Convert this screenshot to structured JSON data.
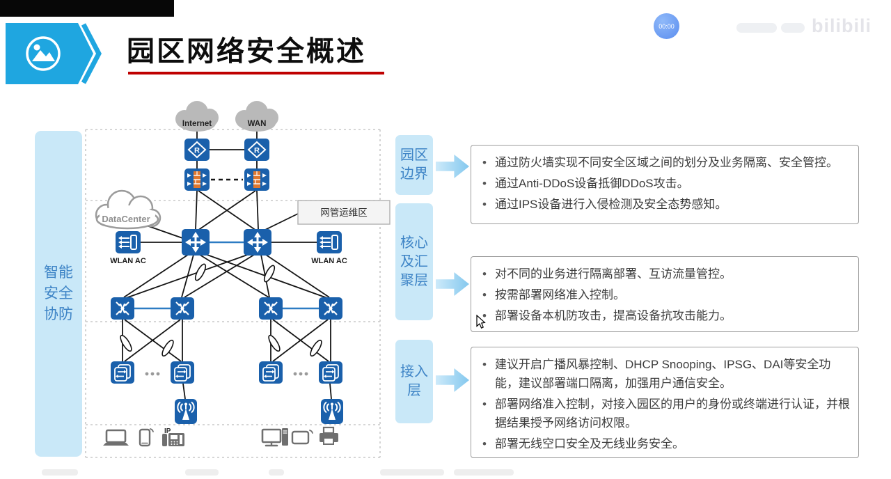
{
  "header": {
    "title": "园区网络安全概述"
  },
  "player": {
    "timer": "00:00",
    "watermark": "bilibili"
  },
  "sidebar": {
    "label": "智能\n安全\n协防"
  },
  "diagram": {
    "internet_cloud": "Internet",
    "wan_cloud": "WAN",
    "datacenter_cloud": "DataCenter",
    "mgmt_zone": "网管运维区",
    "wlan_ac_left": "WLAN AC",
    "wlan_ac_right": "WLAN AC",
    "ip_phone_label": "IP"
  },
  "layers": [
    {
      "name": "园区\n边界",
      "bullets": [
        "通过防火墙实现不同安全区域之间的划分及业务隔离、安全管控。",
        "通过Anti-DDoS设备抵御DDoS攻击。",
        "通过IPS设备进行入侵检测及安全态势感知。"
      ]
    },
    {
      "name": "核心\n及汇\n聚层",
      "bullets": [
        "对不同的业务进行隔离部署、互访流量管控。",
        "按需部署网络准入控制。",
        "部署设备本机防攻击，提高设备抗攻击能力。"
      ]
    },
    {
      "name": "接入\n层",
      "bullets": [
        "建议开启广播风暴控制、DHCP Snooping、IPSG、DAI等安全功能，建议部署端口隔离，加强用户通信安全。",
        "部署网络准入控制，对接入园区的用户的身份或终端进行认证，并根据结果授予网络访问权限。",
        "部署无线空口安全及无线业务安全。"
      ]
    }
  ],
  "colors": {
    "banner_blue": "#1fa6e0",
    "device_blue": "#1a60ab",
    "link_blue": "#2d7cc3",
    "label_bg": "#c9e8f8",
    "label_text": "#3e84c6",
    "title_underline": "#bf0000",
    "firewall_brick": "#e0782f"
  }
}
